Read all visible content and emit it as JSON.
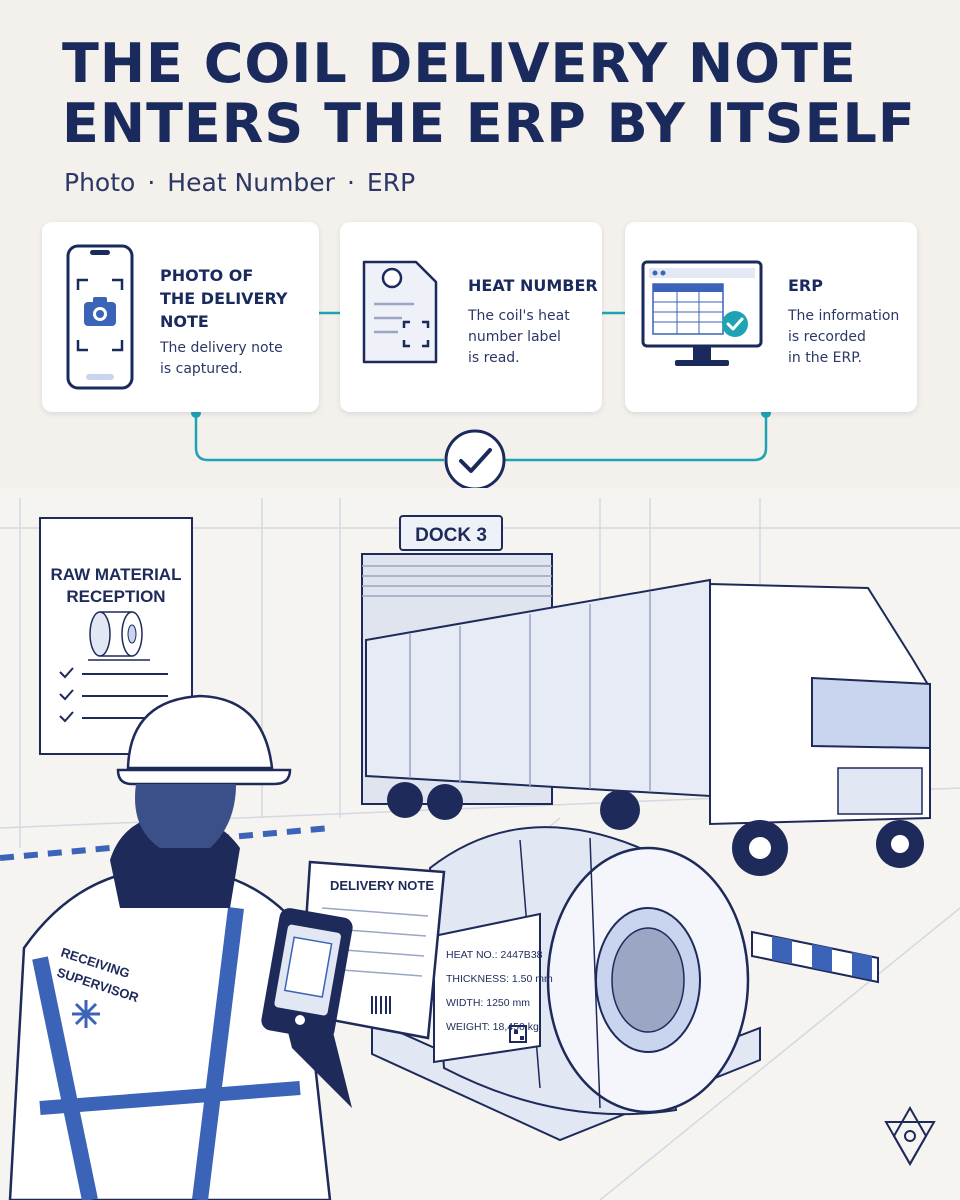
{
  "header": {
    "title": "THE COIL DELIVERY NOTE ENTERS THE ERP BY ITSELF",
    "subtitle_parts": [
      "Photo",
      "Heat Number",
      "ERP"
    ],
    "separator": "·"
  },
  "steps": [
    {
      "title_line1": "PHOTO OF",
      "title_line2": "THE DELIVERY",
      "title_line3": "NOTE",
      "text_line1": "The delivery note",
      "text_line2": "is captured.",
      "icon": "smartphone-camera-icon"
    },
    {
      "title_line1": "HEAT NUMBER",
      "text_line1": "The coil's heat",
      "text_line2": "number label",
      "text_line3": "is read.",
      "icon": "tag-scan-icon"
    },
    {
      "title_line1": "ERP",
      "text_line1": "The information",
      "text_line2": "is recorded",
      "text_line3": "in the ERP.",
      "icon": "monitor-check-icon"
    }
  ],
  "scene": {
    "poster_line1": "RAW MATERIAL",
    "poster_line2": "RECEPTION",
    "dock_sign": "DOCK 3",
    "delivery_note_title": "DELIVERY NOTE",
    "vest_line1": "RECEIVING",
    "vest_line2": "SUPERVISOR",
    "label": {
      "heat_no": "HEAT NO.: 2447B38",
      "thickness": "THICKNESS: 1.50 mm",
      "width": "WIDTH: 1250 mm",
      "weight": "WEIGHT: 18,450 kg"
    }
  },
  "colors": {
    "navy": "#1b2a5c",
    "accent_blue": "#3b63b8",
    "teal": "#1ea3b5",
    "background": "#f4f1ec"
  }
}
